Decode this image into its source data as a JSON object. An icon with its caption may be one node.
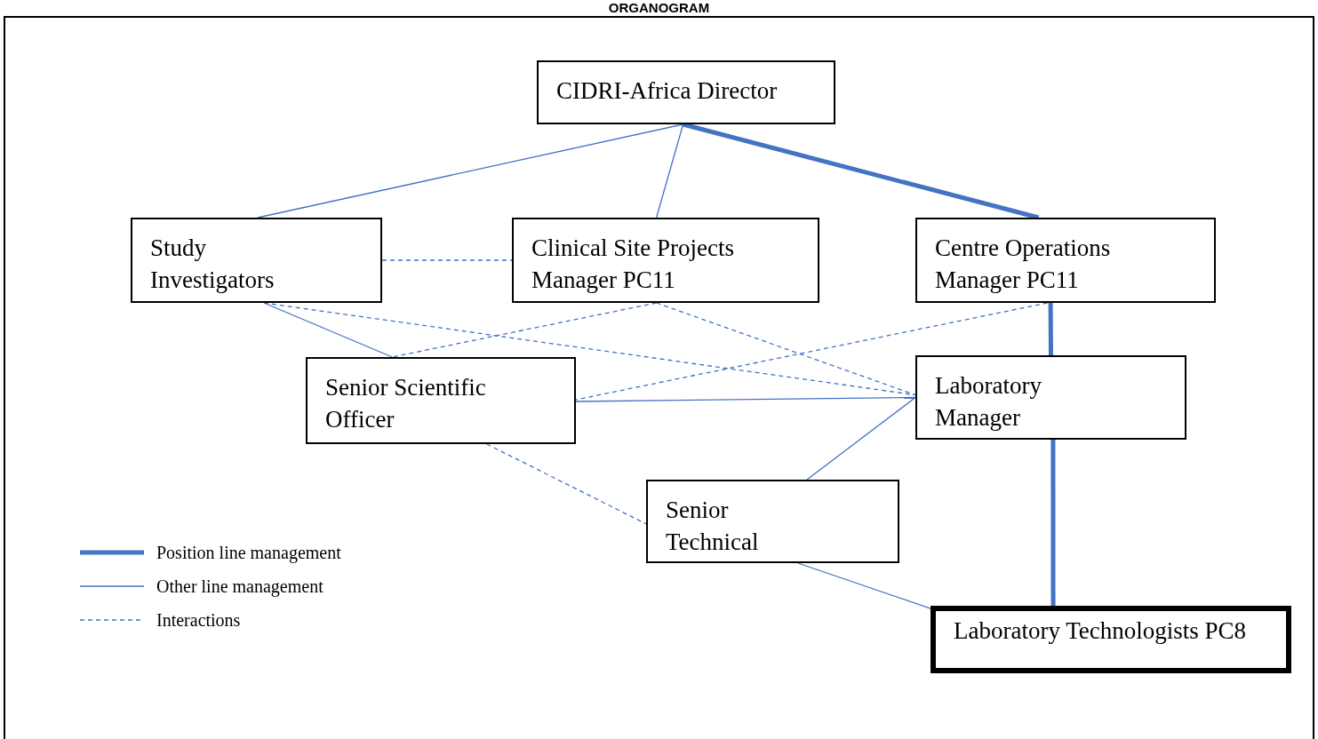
{
  "diagram": {
    "title": "ORGANOGRAM",
    "nodes": [
      {
        "text": [
          "CIDRI-Africa Director"
        ]
      },
      {
        "text": [
          "Study Investigators"
        ]
      },
      {
        "text": [
          "Clinical Site Projects Manager PC11"
        ]
      },
      {
        "text": [
          "Centre Operations Manager PC11"
        ]
      },
      {
        "text": [
          "Senior Scientific Officer"
        ]
      },
      {
        "text": [
          "Laboratory Manager"
        ]
      },
      {
        "text": [
          "Senior Technical"
        ]
      },
      {
        "text": [
          "Laboratory Technologists PC8"
        ]
      }
    ],
    "edges": [
      {
        "from": 0,
        "to": 1,
        "arrow": "none"
      },
      {
        "from": 0,
        "to": 2,
        "arrow": "none"
      },
      {
        "from": 0,
        "to": 3,
        "arrow": "none",
        "style": "thick"
      },
      {
        "from": 1,
        "to": 2,
        "arrow": "none",
        "style": "dashed"
      },
      {
        "from": 3,
        "to": 5,
        "arrow": "none",
        "style": "thick"
      },
      {
        "from": 5,
        "to": 7,
        "arrow": "none",
        "style": "thick"
      },
      {
        "from": 1,
        "to": 4,
        "arrow": "none"
      },
      {
        "from": 1,
        "to": 5,
        "arrow": "none",
        "style": "dashed"
      },
      {
        "from": 2,
        "to": 4,
        "arrow": "none",
        "style": "dashed"
      },
      {
        "from": 2,
        "to": 5,
        "arrow": "none",
        "style": "dashed"
      },
      {
        "from": 3,
        "to": 4,
        "arrow": "none",
        "style": "dashed"
      },
      {
        "from": 4,
        "to": 5,
        "arrow": "none"
      },
      {
        "from": 5,
        "to": 6,
        "arrow": "none"
      },
      {
        "from": 4,
        "to": 6,
        "arrow": "none",
        "style": "dashed"
      },
      {
        "from": 6,
        "to": 7,
        "arrow": "none"
      }
    ],
    "legend": [
      {
        "text": "Position line management"
      },
      {
        "text": "Other line management"
      },
      {
        "text": "Interactions"
      }
    ]
  }
}
